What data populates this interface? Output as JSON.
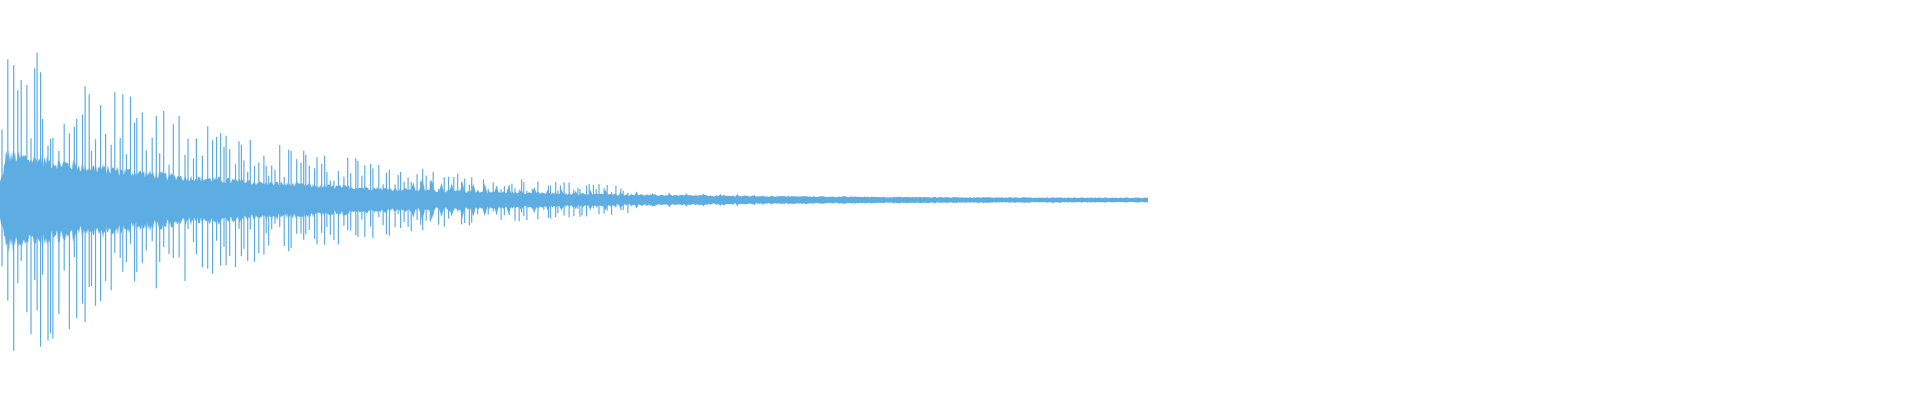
{
  "waveform": {
    "color": "#5DADE2",
    "background": "#ffffff",
    "description_level_envelope": {
      "peak_amplitude": 1.0,
      "decay": "exponential",
      "active_fraction_of_width": 0.61
    }
  }
}
